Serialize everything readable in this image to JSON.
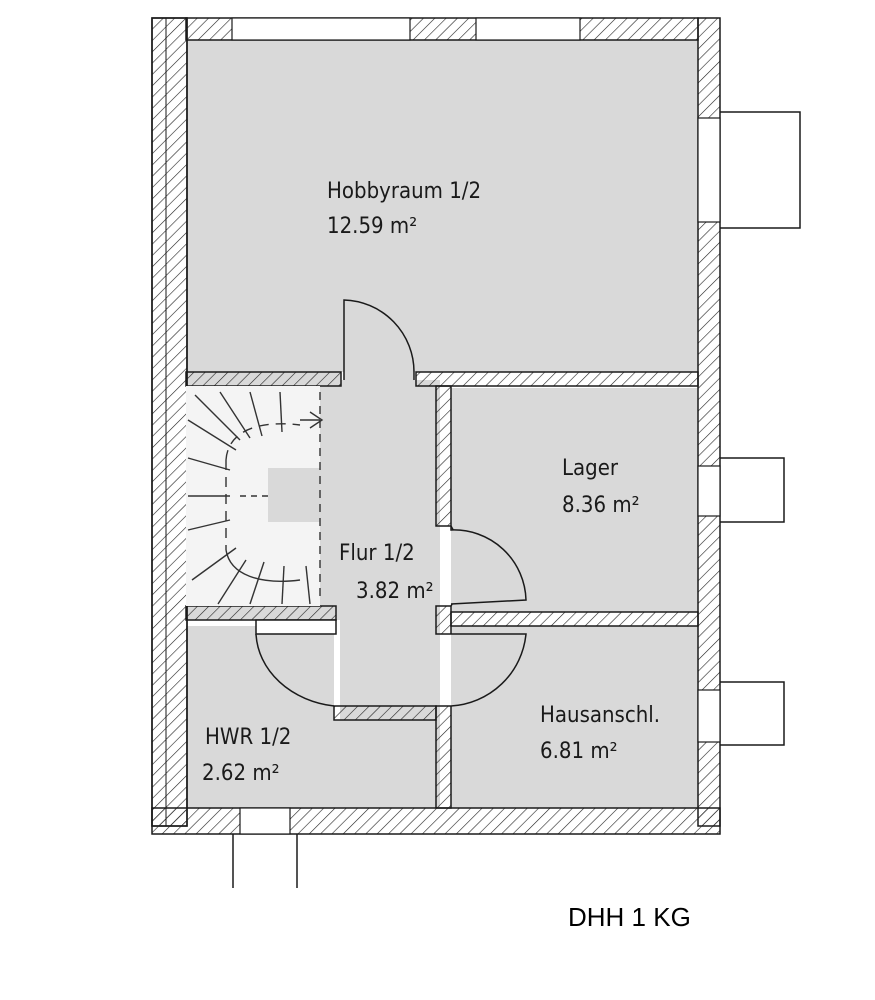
{
  "plan_title": "DHH 1 KG",
  "rooms": [
    {
      "id": "hobbyraum",
      "name": "Hobbyraum 1/2",
      "area": "12.59 m²"
    },
    {
      "id": "lager",
      "name": "Lager",
      "area": "8.36 m²"
    },
    {
      "id": "flur",
      "name": "Flur 1/2",
      "area": "3.82 m²"
    },
    {
      "id": "hwr",
      "name": "HWR 1/2",
      "area": "2.62 m²"
    },
    {
      "id": "hausanschluss",
      "name": "Hausanschl.",
      "area": "6.81 m²"
    }
  ],
  "colors": {
    "floor_fill": "#d9d9d9",
    "wall_line": "#1a1a1a",
    "background": "#ffffff"
  }
}
